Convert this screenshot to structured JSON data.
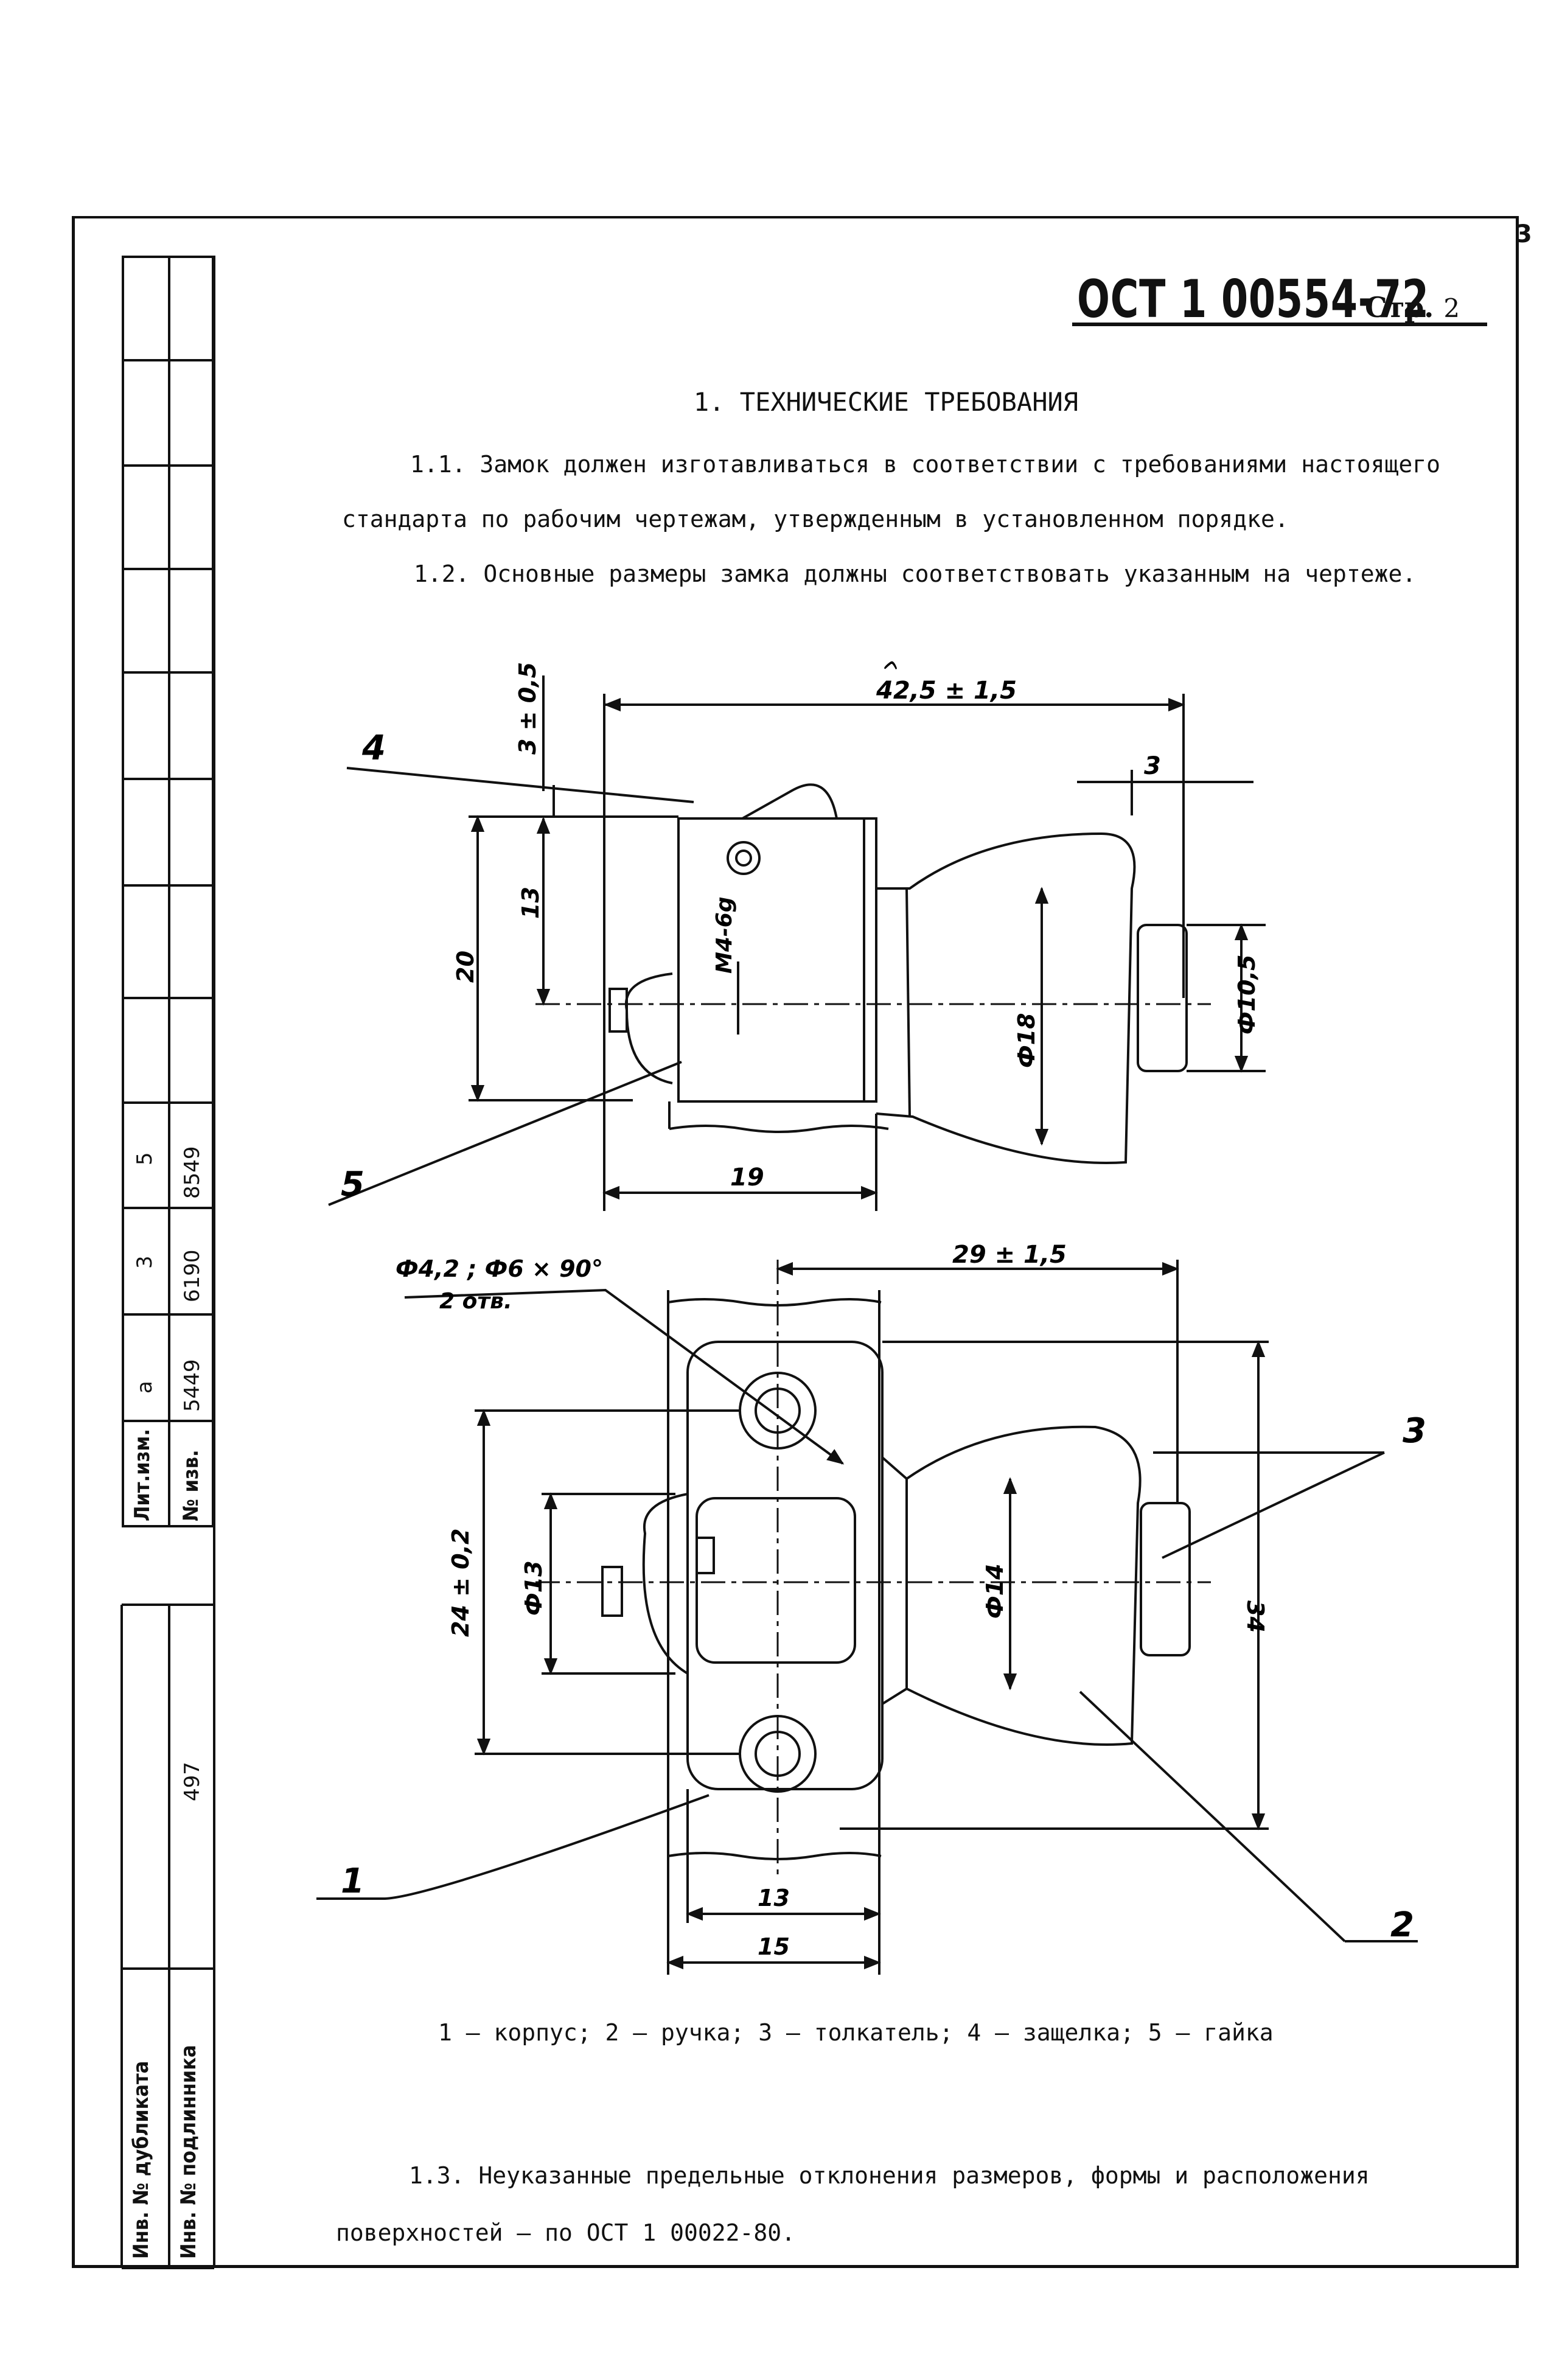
{
  "page": {
    "corner_number": "3",
    "designation": "ОСТ 1 00554-72",
    "page_label": "Стр.",
    "page_number": "2"
  },
  "section_title": "1. ТЕХНИЧЕСКИЕ ТРЕБОВАНИЯ",
  "paragraphs": {
    "p1": "1.1. Замок должен изготавливаться в соответствии с требованиями настоящего стандарта по рабочим чертежам, утвержденным в установленном порядке.",
    "p2": "1.2. Основные размеры замка должны соответствовать указанным на чертеже.",
    "p3": "1.3. Неуказанные предельные отклонения размеров, формы и расположения поверхностей – по ОСТ 1 00022-80."
  },
  "legend": "1 – корпус; 2 – ручка; 3 – толкатель; 4 – защелка; 5 – гайка",
  "drawing": {
    "top_view": {
      "dim_overall": "42,5 ± 1,5",
      "dim_latch": "3 ± 0,5",
      "dim_pusher": "3",
      "dim_height_20": "20",
      "dim_height_13": "13",
      "dim_thread": "М4-6g",
      "dim_handle": "Ф18",
      "dim_pusher_dia": "Ф10,5",
      "dim_base": "19",
      "callout_4": "4",
      "callout_5": "5",
      "tick_mark": "ᨈ"
    },
    "bottom_view": {
      "dim_holes_line1": "Ф4,2 ; Ф6 × 90°",
      "dim_holes_line2": "2 отв.",
      "dim_length": "29 ± 1,5",
      "dim_hole_spacing": "24 ± 0,2",
      "dim_nut_dia": "Ф13",
      "dim_handle_dia": "Ф14",
      "dim_height": "34",
      "dim_inner_width": "13",
      "dim_outer_width": "15",
      "callout_1": "1",
      "callout_2": "2",
      "callout_3": "3"
    }
  },
  "revision_table": {
    "col_headers": [
      "Лит.изм.",
      "№ изв."
    ],
    "entries": [
      {
        "lit": "а",
        "num": "5449"
      },
      {
        "lit": "3",
        "num": "6190"
      },
      {
        "lit": "5",
        "num": "8549"
      }
    ]
  },
  "archive_table": {
    "label_duplicate": "Инв. № дубликата",
    "label_original": "Инв. № подлинника",
    "original_number": "497"
  }
}
